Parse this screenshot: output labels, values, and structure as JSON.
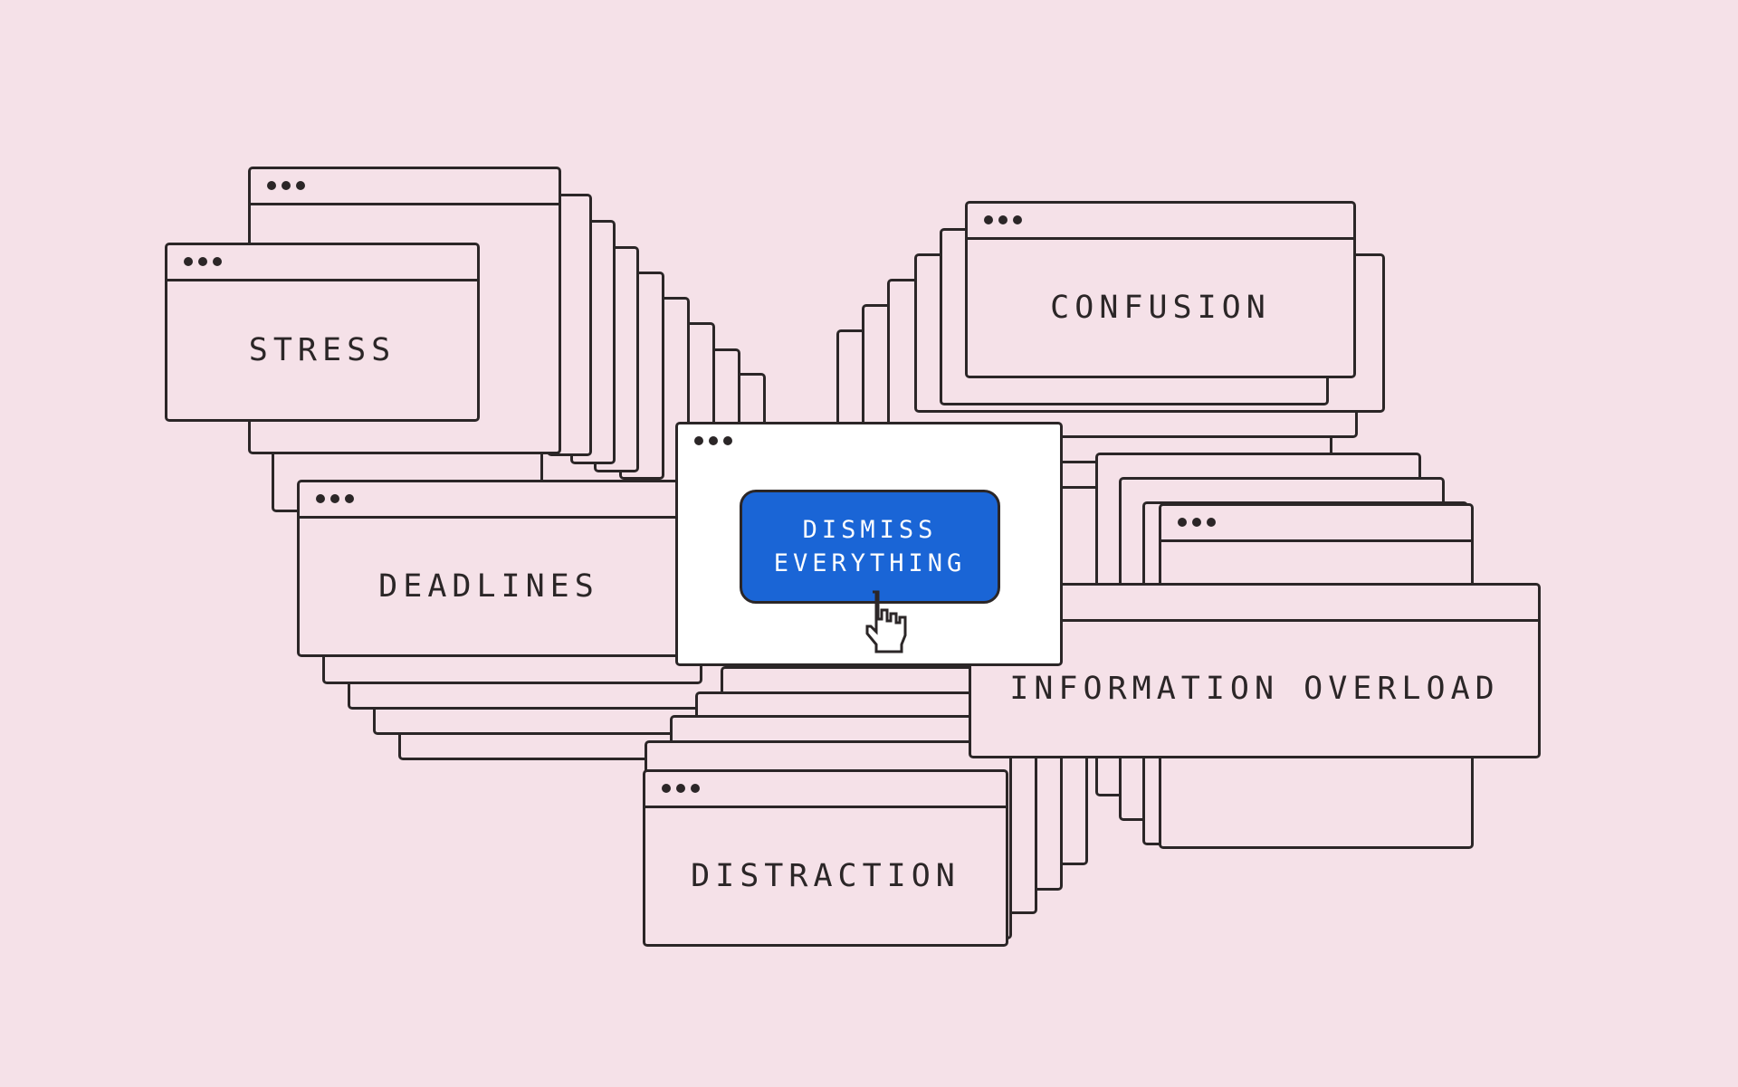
{
  "colors": {
    "background": "#f5e1e8",
    "window_fill": "#f5e1e8",
    "center_window_fill": "#ffffff",
    "outline": "#2b2627",
    "button_fill": "#1a65d6",
    "button_text": "#ffffff"
  },
  "windows": {
    "stress": {
      "label": "STRESS"
    },
    "confusion": {
      "label": "CONFUSION"
    },
    "deadlines": {
      "label": "DEADLINES"
    },
    "information_overload": {
      "label": "INFORMATION OVERLOAD"
    },
    "distraction": {
      "label": "DISTRACTION"
    }
  },
  "dialog": {
    "button_line1": "DISMISS",
    "button_line2": "EVERYTHING",
    "cursor_icon": "hand-pointer-icon"
  }
}
